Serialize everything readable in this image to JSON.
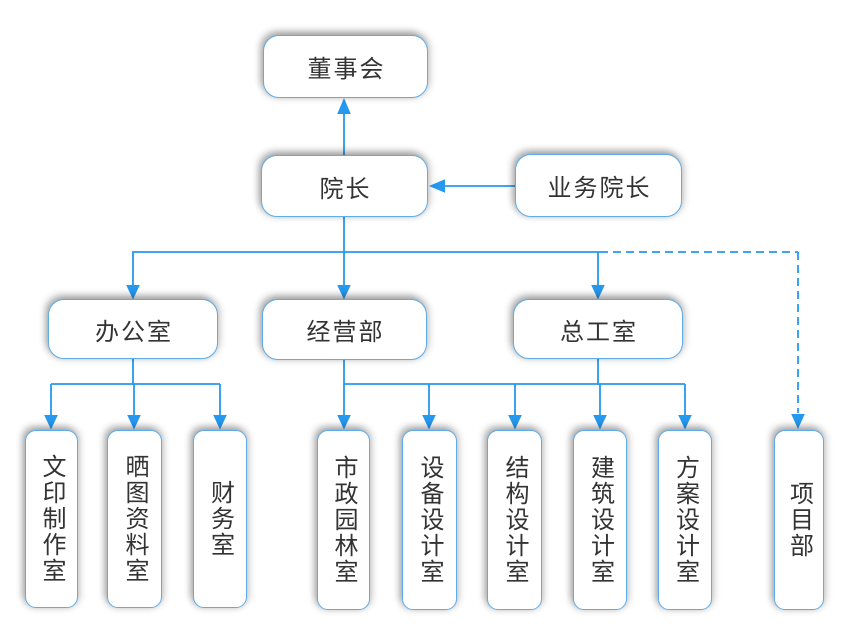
{
  "nodes": {
    "board": {
      "label": "董事会"
    },
    "dean": {
      "label": "院长"
    },
    "business_dean": {
      "label": "业务院长"
    },
    "office": {
      "label": "办公室"
    },
    "operations": {
      "label": "经营部"
    },
    "chief_engineer_office": {
      "label": "总工室"
    },
    "print_production_room": {
      "label": "文印制作室"
    },
    "blueprint_archive_room": {
      "label": "晒图资料室"
    },
    "finance_room": {
      "label": "财务室"
    },
    "municipal_landscape_room": {
      "label": "市政园林室"
    },
    "equipment_design_room": {
      "label": "设备设计室"
    },
    "structural_design_room": {
      "label": "结构设计室"
    },
    "architectural_design_room": {
      "label": "建筑设计室"
    },
    "scheme_design_room": {
      "label": "方案设计室"
    },
    "project_department": {
      "label": "项目部"
    }
  },
  "edges": [
    {
      "from": "dean",
      "to": "board",
      "style": "solid",
      "arrow": "up"
    },
    {
      "from": "business_dean",
      "to": "dean",
      "style": "solid",
      "arrow": "left"
    },
    {
      "from": "dean",
      "to": "office",
      "style": "solid",
      "arrow": "down"
    },
    {
      "from": "dean",
      "to": "operations",
      "style": "solid",
      "arrow": "down"
    },
    {
      "from": "dean",
      "to": "chief_engineer_office",
      "style": "solid",
      "arrow": "down"
    },
    {
      "from": "dean",
      "to": "project_department",
      "style": "dashed",
      "arrow": "down"
    },
    {
      "from": "office",
      "to": "print_production_room",
      "style": "solid",
      "arrow": "down"
    },
    {
      "from": "office",
      "to": "blueprint_archive_room",
      "style": "solid",
      "arrow": "down"
    },
    {
      "from": "office",
      "to": "finance_room",
      "style": "solid",
      "arrow": "down"
    },
    {
      "from": [
        "operations",
        "chief_engineer_office"
      ],
      "to": "municipal_landscape_room",
      "style": "solid",
      "arrow": "down"
    },
    {
      "from": [
        "operations",
        "chief_engineer_office"
      ],
      "to": "equipment_design_room",
      "style": "solid",
      "arrow": "down"
    },
    {
      "from": [
        "operations",
        "chief_engineer_office"
      ],
      "to": "structural_design_room",
      "style": "solid",
      "arrow": "down"
    },
    {
      "from": [
        "operations",
        "chief_engineer_office"
      ],
      "to": "architectural_design_room",
      "style": "solid",
      "arrow": "down"
    },
    {
      "from": [
        "operations",
        "chief_engineer_office"
      ],
      "to": "scheme_design_room",
      "style": "solid",
      "arrow": "down"
    }
  ],
  "colors": {
    "connector": "#2598f0",
    "node_border": "#5cade9",
    "node_text": "#333333",
    "node_fill": "#ffffff"
  }
}
